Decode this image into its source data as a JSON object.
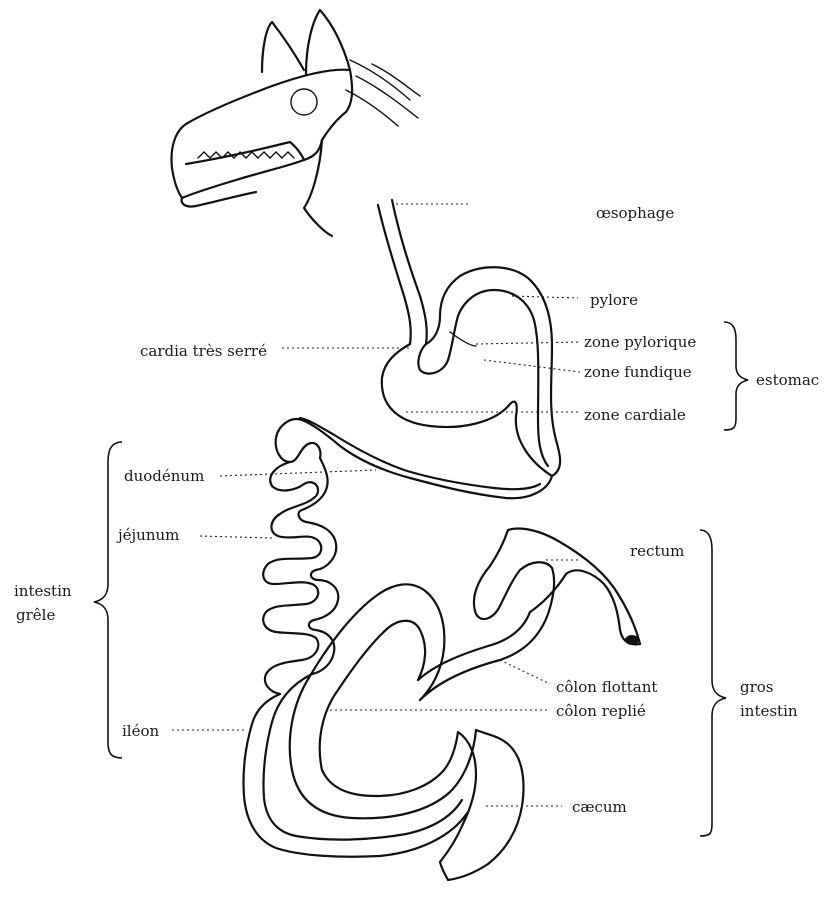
{
  "labels": {
    "oesophagus": "œsophage",
    "pylorus": "pylore",
    "cardia": "cardia très serré",
    "pyloric_zone": "zone pylorique",
    "fundic_zone": "zone fundique",
    "cardial_zone": "zone cardiale",
    "stomach": "estomac",
    "duodenum": "duodénum",
    "jejunum": "jéjunum",
    "small_intestine_line1": "intestin",
    "small_intestine_line2": "grêle",
    "ileum": "iléon",
    "rectum": "rectum",
    "floating_colon": "côlon flottant",
    "folded_colon": "côlon replié",
    "large_intestine_line1": "gros",
    "large_intestine_line2": "intestin",
    "caecum": "cæcum"
  },
  "colors": {
    "ink": "#111111",
    "background": "#ffffff"
  }
}
